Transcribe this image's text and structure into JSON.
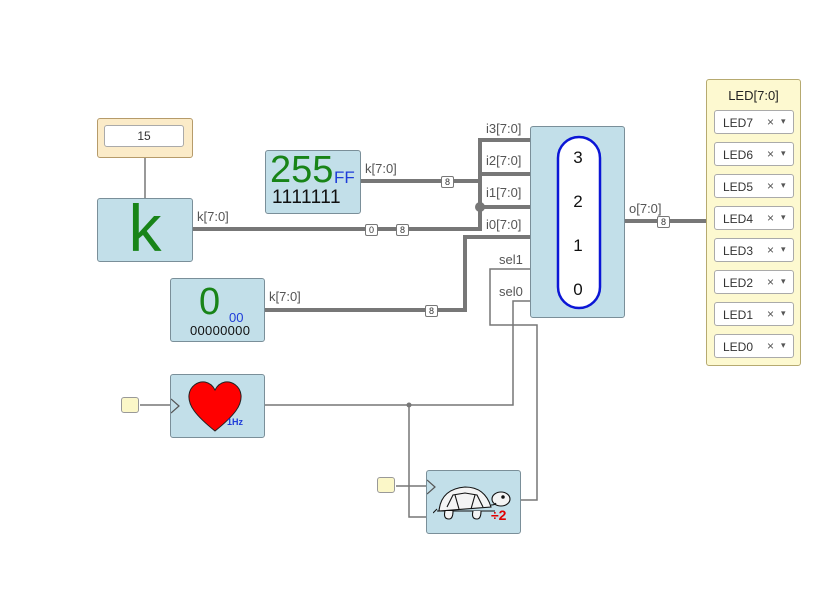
{
  "constant_input": {
    "value": "15"
  },
  "k_block": {
    "symbol": "k",
    "out_label": "k[7:0]"
  },
  "display_255": {
    "decimal": "255",
    "hex": "FF",
    "binary": "1111111",
    "out_label": "k[7:0]"
  },
  "display_0": {
    "decimal": "0",
    "hex": "00",
    "binary": "00000000",
    "out_label": "k[7:0]"
  },
  "bus_widths": {
    "k_to_mux": "8",
    "k_sub": "0",
    "disp255": "8",
    "disp0": "8",
    "out": "8"
  },
  "mux": {
    "inputs": [
      "i3[7:0]",
      "i2[7:0]",
      "i1[7:0]",
      "i0[7:0]"
    ],
    "selects": [
      "sel1",
      "sel0"
    ],
    "numbers": [
      "3",
      "2",
      "1",
      "0"
    ],
    "output": "o[7:0]",
    "accent_color": "#0b16d6"
  },
  "clock": {
    "freq_label": "1Hz",
    "heart_color": "#ff0000"
  },
  "divider": {
    "label": "÷2",
    "label_color": "#e00000"
  },
  "led_panel": {
    "title": "LED[7:0]",
    "items": [
      {
        "name": "LED7",
        "remove": "×",
        "dropdown": "▾"
      },
      {
        "name": "LED6",
        "remove": "×",
        "dropdown": "▾"
      },
      {
        "name": "LED5",
        "remove": "×",
        "dropdown": "▾"
      },
      {
        "name": "LED4",
        "remove": "×",
        "dropdown": "▾"
      },
      {
        "name": "LED3",
        "remove": "×",
        "dropdown": "▾"
      },
      {
        "name": "LED2",
        "remove": "×",
        "dropdown": "▾"
      },
      {
        "name": "LED1",
        "remove": "×",
        "dropdown": "▾"
      },
      {
        "name": "LED0",
        "remove": "×",
        "dropdown": "▾"
      }
    ]
  }
}
